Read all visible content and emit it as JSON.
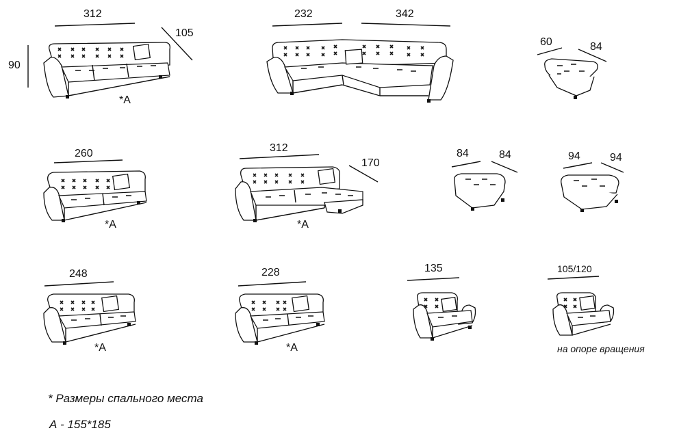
{
  "items": [
    {
      "id": "sofa-312",
      "dims": [
        "312",
        "105",
        "90"
      ],
      "mark": "*A"
    },
    {
      "id": "corner",
      "dims": [
        "232",
        "342"
      ]
    },
    {
      "id": "pouf-60",
      "dims": [
        "60",
        "84"
      ]
    },
    {
      "id": "sofa-260",
      "dims": [
        "260"
      ],
      "mark": "*A"
    },
    {
      "id": "chaise",
      "dims": [
        "312",
        "170"
      ],
      "mark": "*A"
    },
    {
      "id": "pouf-84",
      "dims": [
        "84",
        "84"
      ]
    },
    {
      "id": "pouf-94",
      "dims": [
        "94",
        "94"
      ]
    },
    {
      "id": "sofa-248",
      "dims": [
        "248"
      ],
      "mark": "*A"
    },
    {
      "id": "sofa-228",
      "dims": [
        "228"
      ],
      "mark": "*A"
    },
    {
      "id": "chair-135",
      "dims": [
        "135"
      ]
    },
    {
      "id": "chair-swivel",
      "dims": [
        "105/120"
      ],
      "caption": "на  опоре вращения"
    }
  ],
  "legend": {
    "line1": "* Размеры спального места",
    "line2": "А - 155*185"
  }
}
